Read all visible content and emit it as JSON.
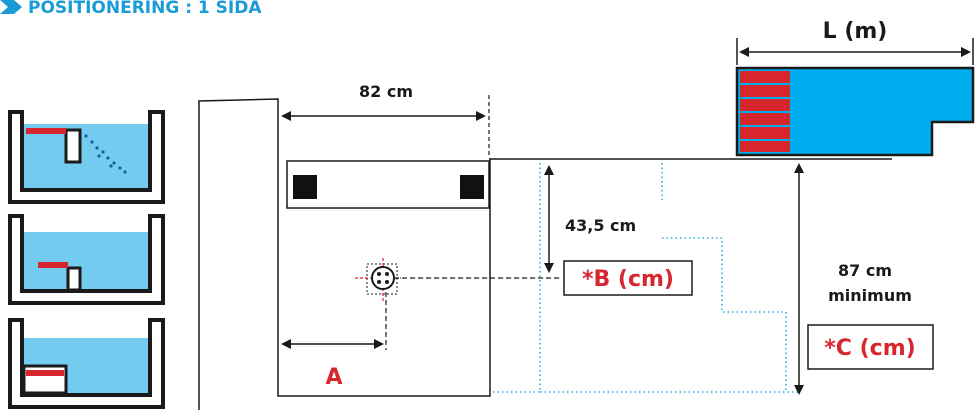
{
  "header": {
    "title": "POSITIONERING : 1 SIDA",
    "accent_color": "#1a9bd7",
    "title_color": "#1a9bd7"
  },
  "dimensions": {
    "width_82": "82 cm",
    "length_label": "L (m)",
    "depth_43": "43,5 cm",
    "b_label": "*B (cm)",
    "height_87": "87 cm",
    "minimum": "minimum",
    "c_label": "*C (cm)",
    "a_label": "A"
  },
  "colors": {
    "water": "#73ccef",
    "pool_bright": "#00aeef",
    "step_red": "#d7262d",
    "accent_red": "#d7262d",
    "line": "#1a1a1a",
    "dotted_blue": "#29abe2"
  },
  "icons": {
    "header_chevron": "chevron-right-icon",
    "target": "crosshair-icon"
  }
}
